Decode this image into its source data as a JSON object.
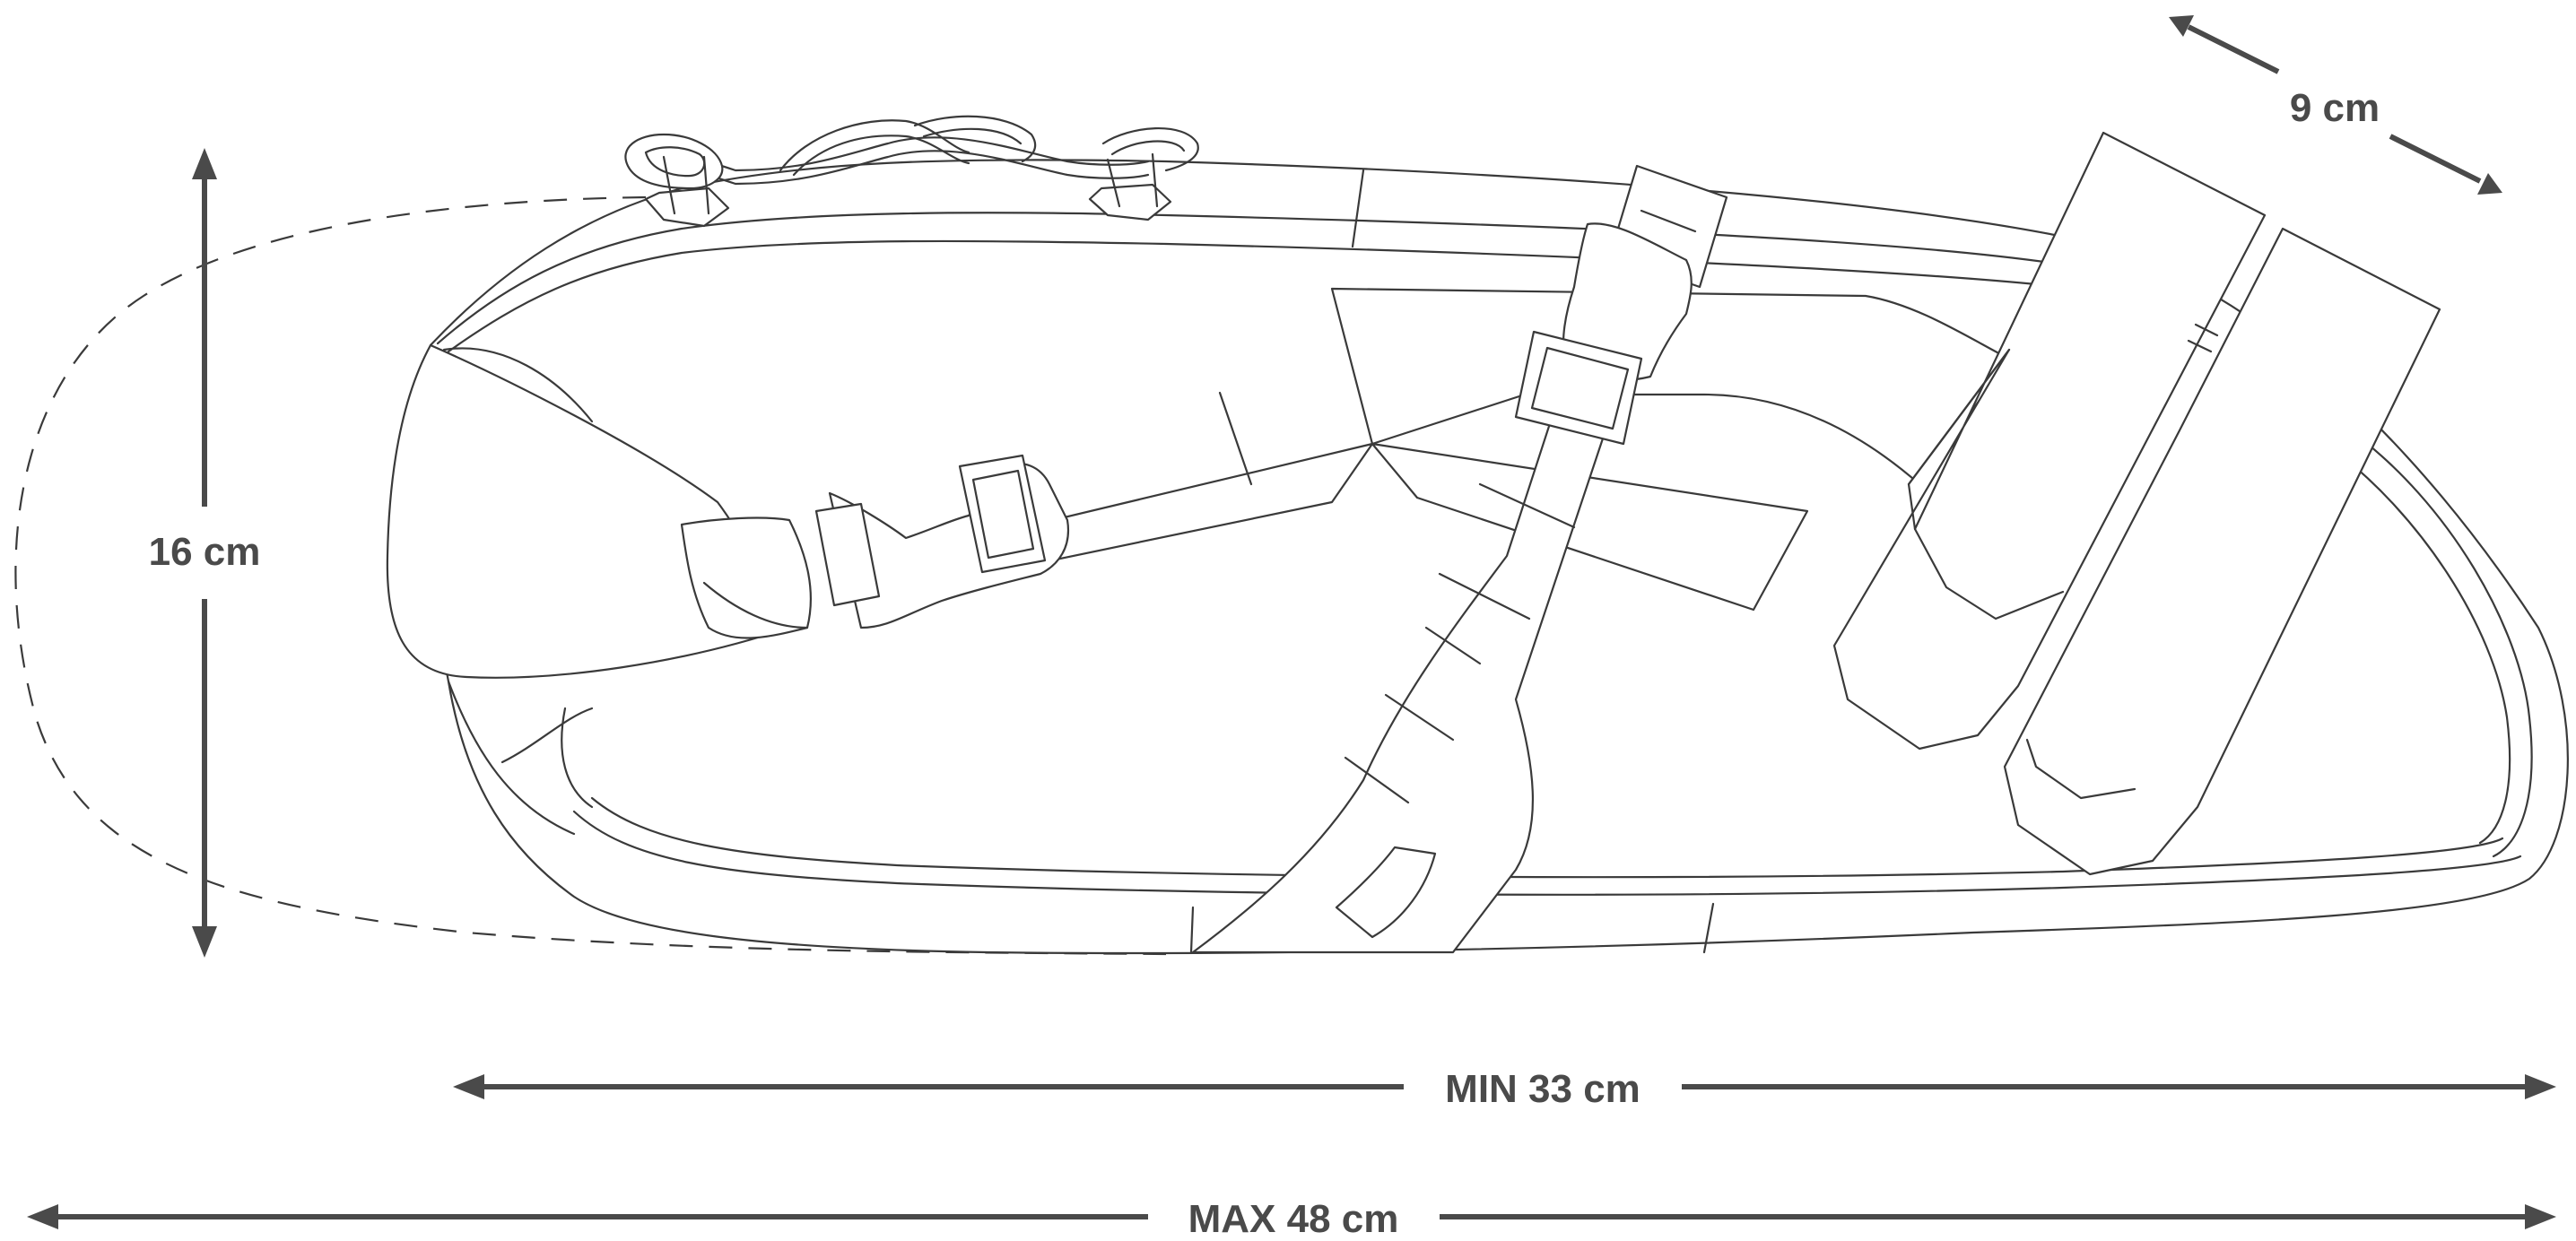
{
  "dimensions": {
    "height_label": "16 cm",
    "depth_label": "9 cm",
    "min_length_label": "MIN 33 cm",
    "max_length_label": "MAX 48 cm"
  },
  "colors": {
    "arrow": "#4a4a4a",
    "outline": "#3a3a3a",
    "background": "#ffffff"
  }
}
